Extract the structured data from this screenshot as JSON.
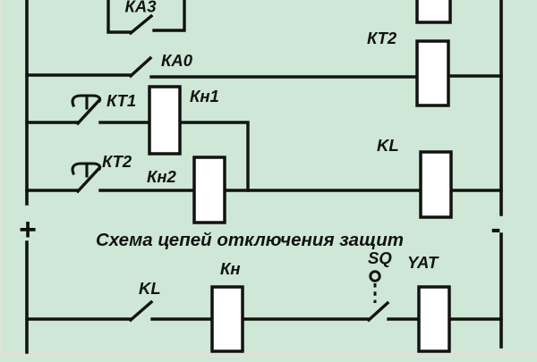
{
  "diagram": {
    "title": "Схема цепей отключения защит",
    "terminals": {
      "plus": "+",
      "minus": "-"
    },
    "labels": {
      "ka3": "КА3",
      "ka0": "КА0",
      "kt1": "КТ1",
      "kn1": "Кн1",
      "kt2_coil": "КТ2",
      "kt2_contact": "КТ2",
      "kn2": "Кн2",
      "kl_coil": "KL",
      "kl_contact": "KL",
      "kn_coil": "Кн",
      "sq": "SQ",
      "yat": "YAT"
    },
    "colors": {
      "background": "#cee7d6",
      "line": "#121212",
      "coil_fill": "#ffffff",
      "edge_strip": "#dde3d8"
    }
  }
}
